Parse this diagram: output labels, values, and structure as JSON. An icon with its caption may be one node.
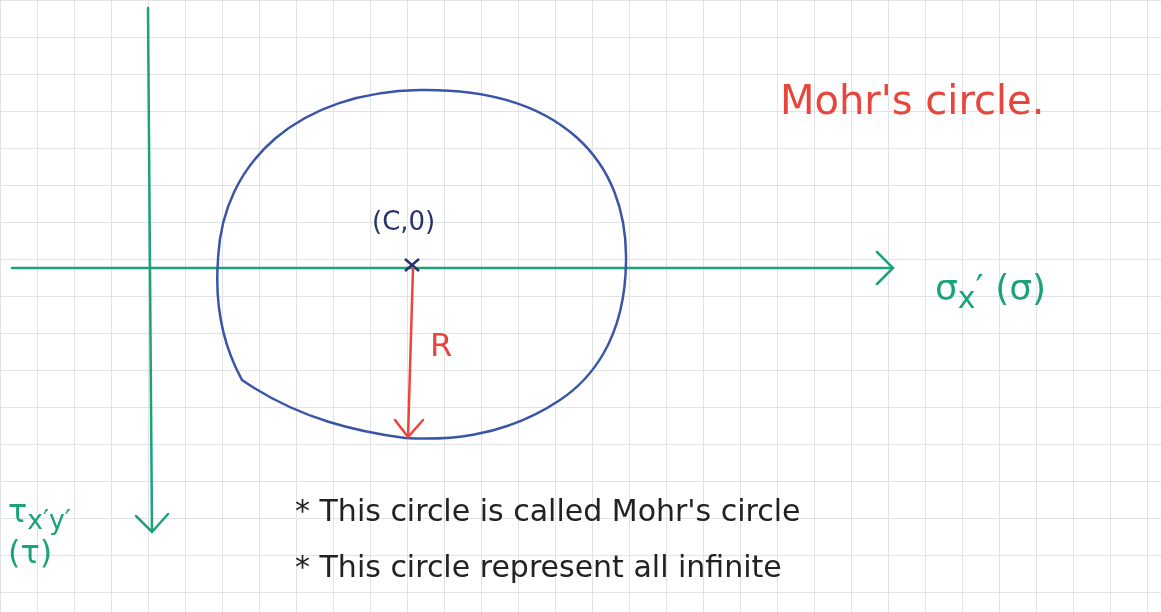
{
  "diagram": {
    "title": "Mohr's circle.",
    "labels": [
      "(C,0)",
      "R",
      "σ$_{x}$′ (σ)",
      "τ$_{x′y′}$ (τ)",
      "* This circle is called Mohr's circle",
      "* This circle represent all infinite"
    ]
  }
}
